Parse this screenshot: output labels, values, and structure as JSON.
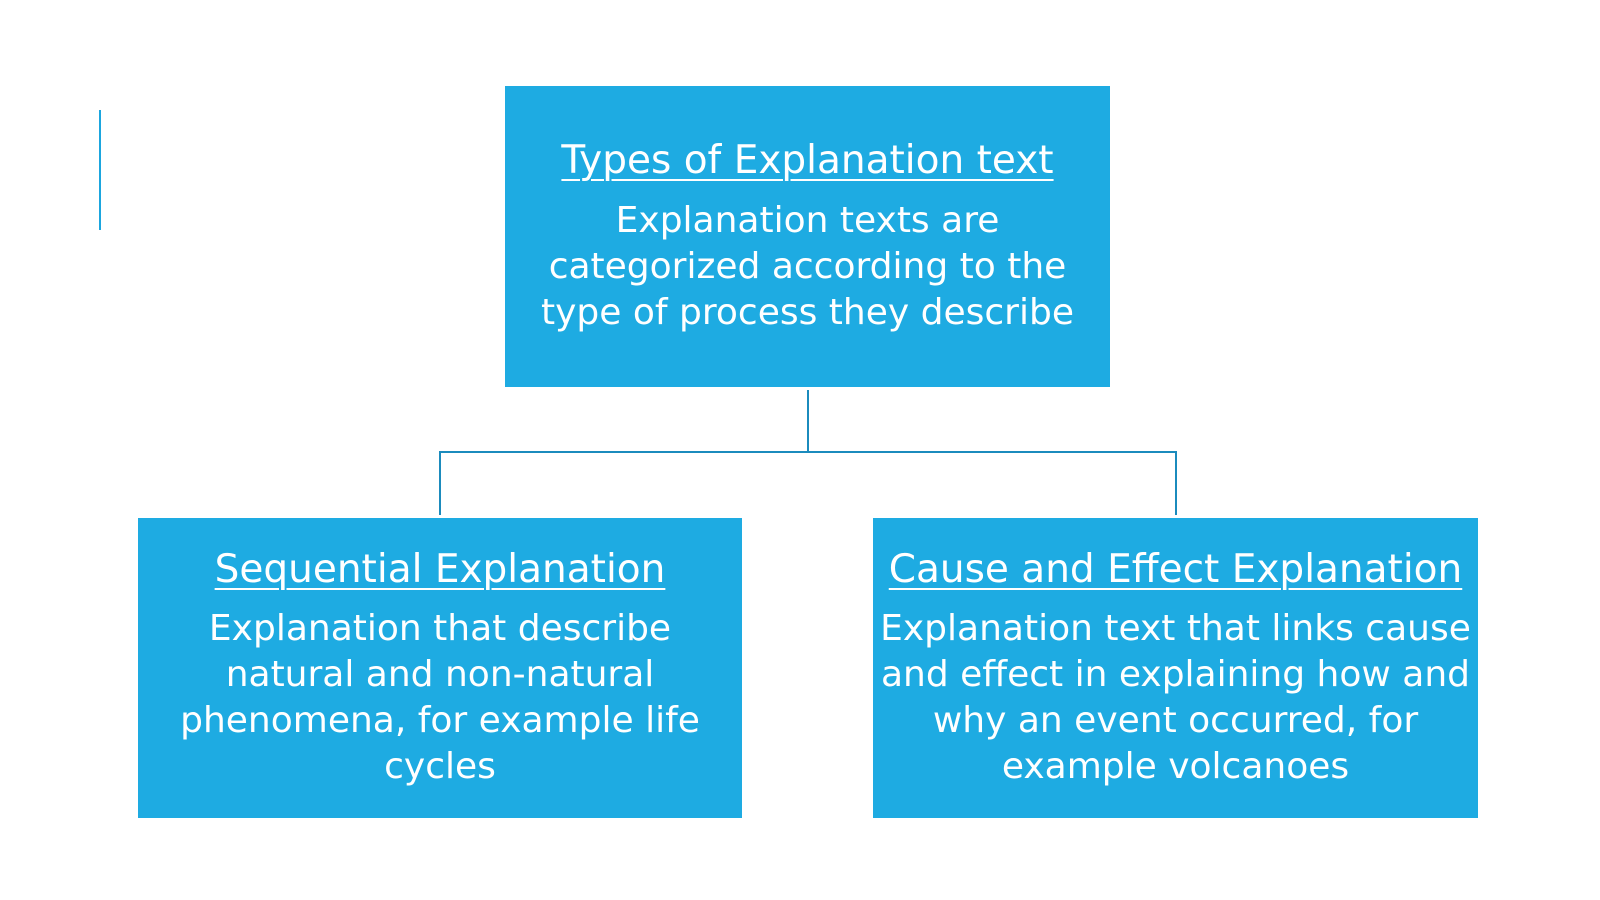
{
  "diagram": {
    "accent_color": "#1eabe2",
    "line_color": "#1b8bbd",
    "top": {
      "title": "Types of Explanation text",
      "text": "Explanation texts are categorized according to the type of process they describe"
    },
    "children": [
      {
        "title": "Sequential Explanation",
        "text": "Explanation that describe natural and non-natural phenomena, for example life cycles"
      },
      {
        "title": "Cause and Effect Explanation",
        "text": "Explanation text that links cause and effect in explaining how and why an event occurred, for example volcanoes"
      }
    ]
  }
}
